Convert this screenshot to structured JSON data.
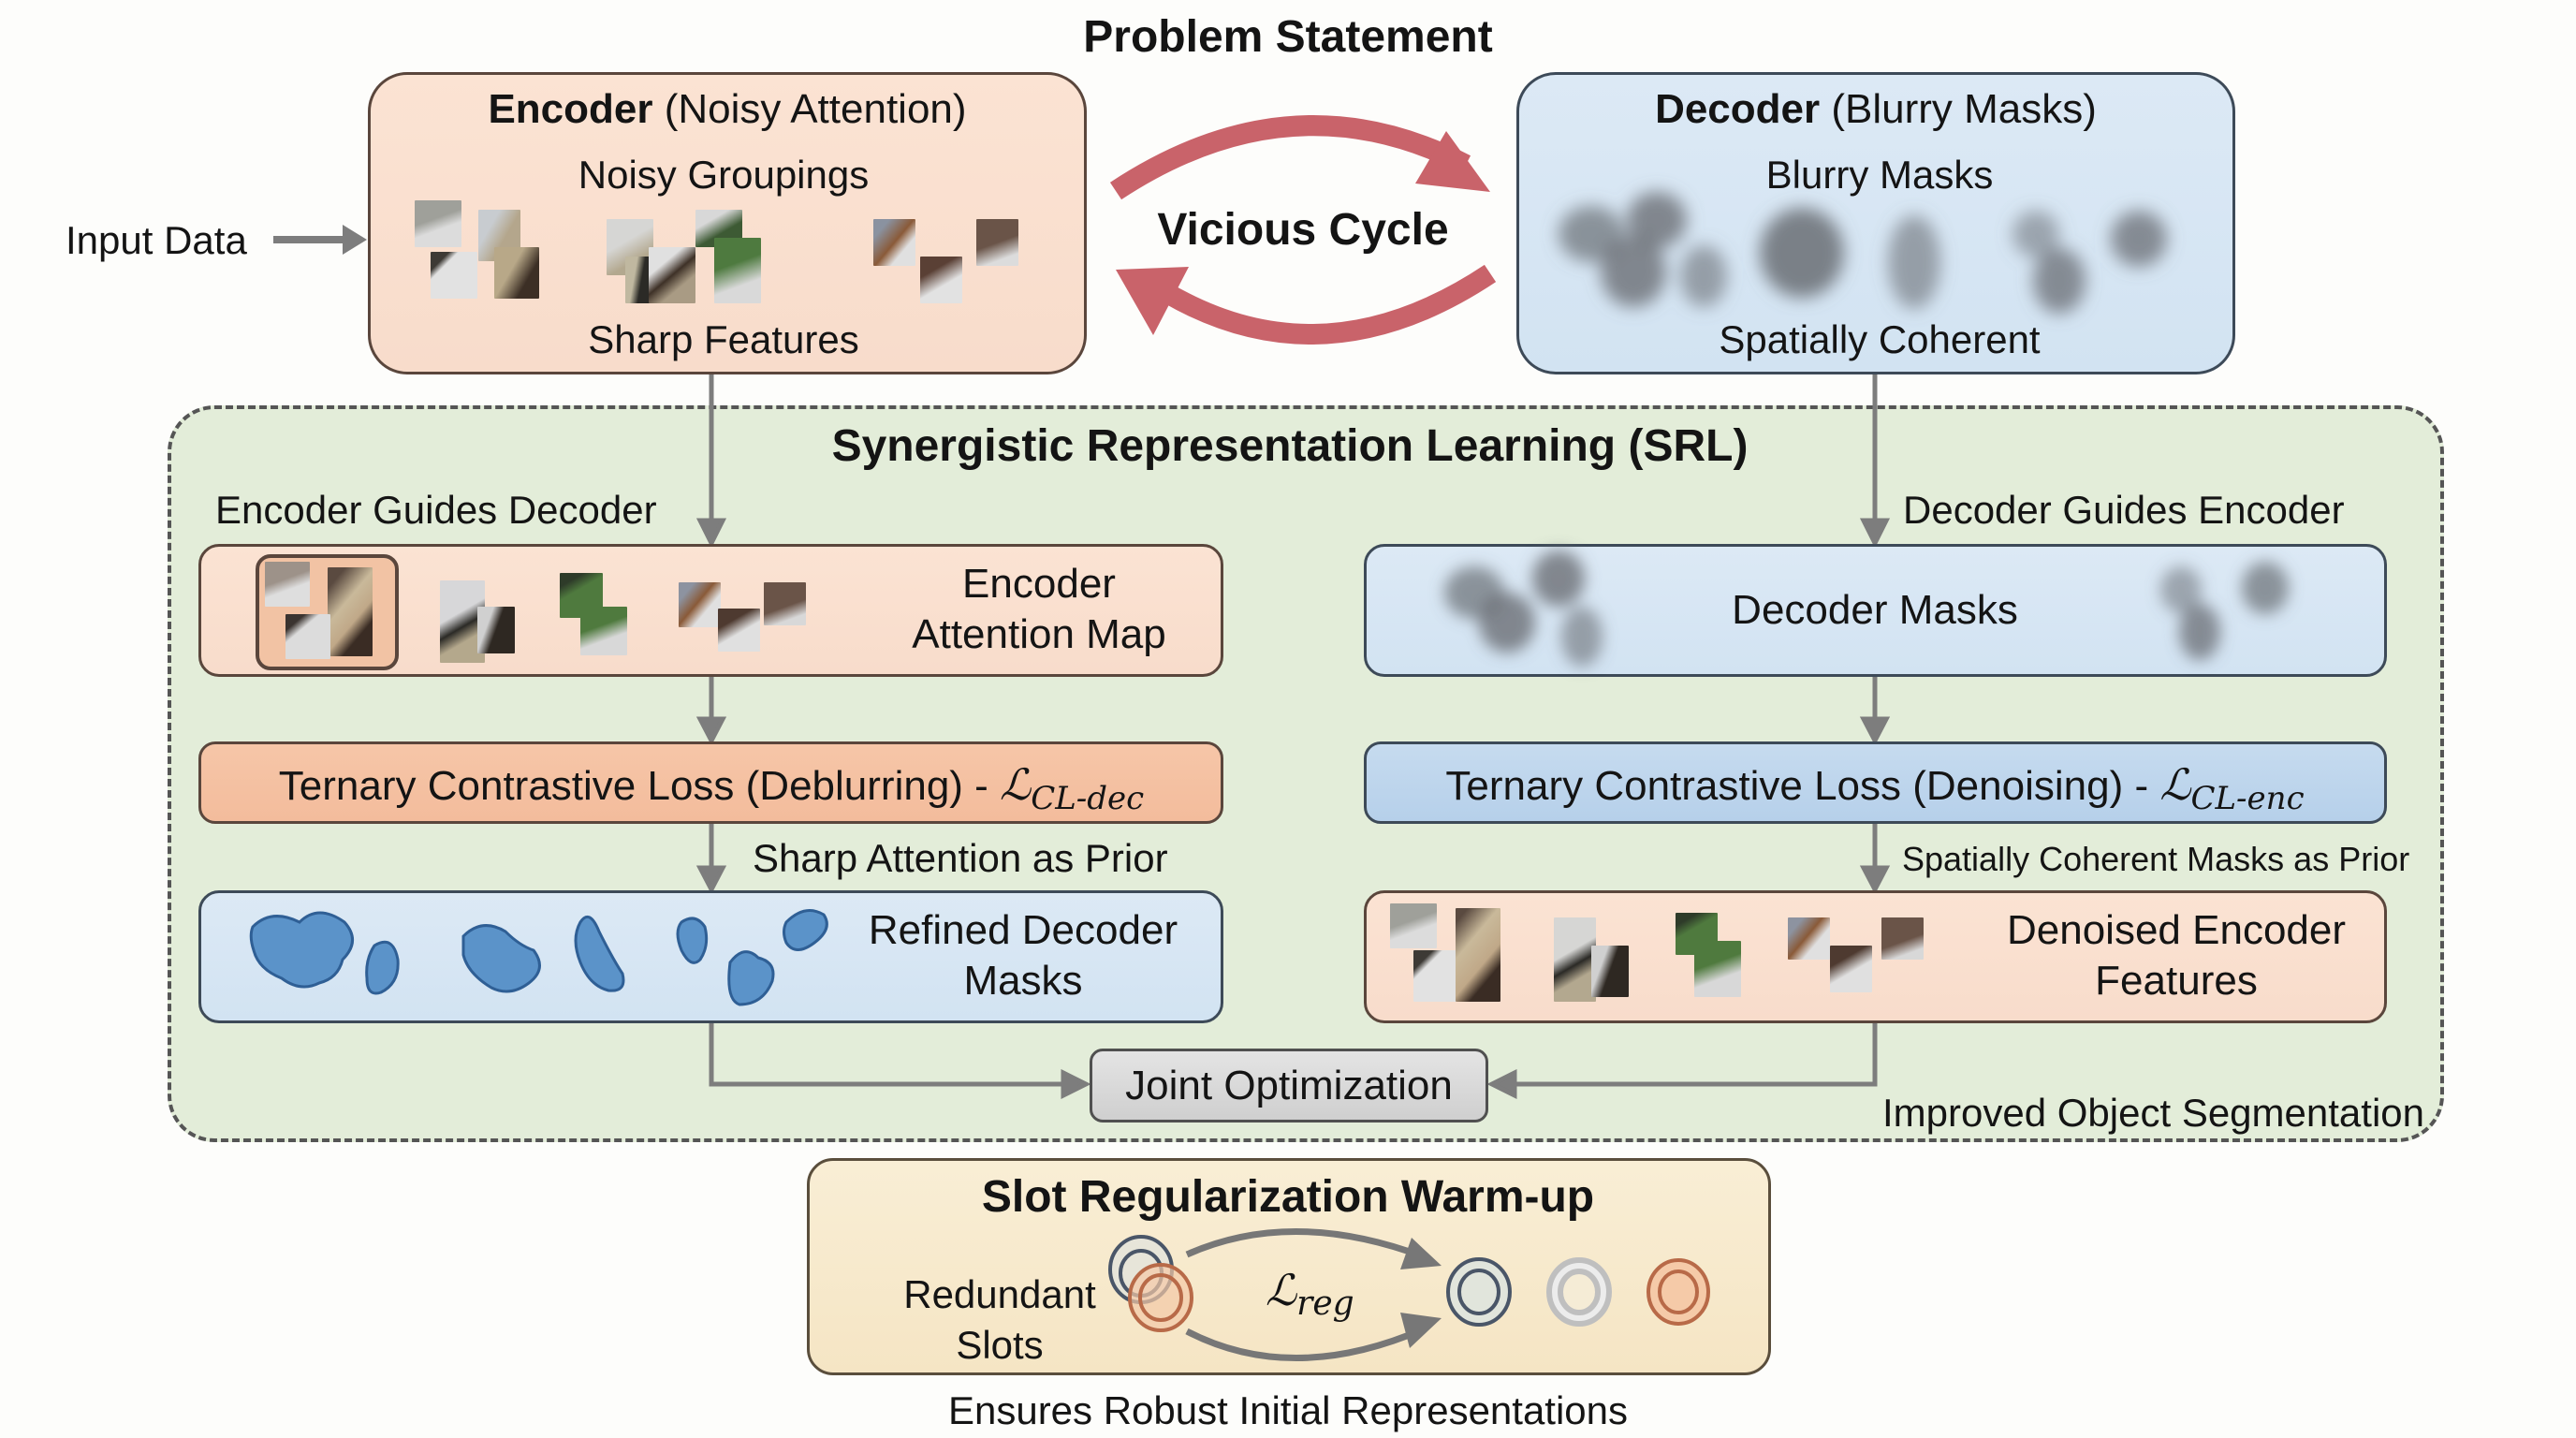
{
  "problem": {
    "title": "Problem Statement",
    "input_label": "Input Data",
    "cycle_label": "Vicious Cycle",
    "encoder": {
      "title_bold": "Encoder",
      "title_rest": "(Noisy Attention)",
      "subtitle": "Noisy Groupings",
      "caption": "Sharp Features"
    },
    "decoder": {
      "title_bold": "Decoder",
      "title_rest": "(Blurry Masks)",
      "subtitle": "Blurry Masks",
      "caption": "Spatially Coherent"
    }
  },
  "srl": {
    "title": "Synergistic Representation Learning (SRL)",
    "left": {
      "guide_label": "Encoder Guides Decoder",
      "attention_box_line1": "Encoder",
      "attention_box_line2": "Attention Map",
      "loss_text": "Ternary Contrastive Loss (Deblurring) - ",
      "loss_symbol": "ℒ",
      "loss_subscript": "CL-dec",
      "prior_label": "Sharp Attention as Prior",
      "result_line1": "Refined Decoder",
      "result_line2": "Masks"
    },
    "right": {
      "guide_label": "Decoder Guides Encoder",
      "masks_box_label": "Decoder Masks",
      "loss_text": "Ternary Contrastive Loss (Denoising) - ",
      "loss_symbol": "ℒ",
      "loss_subscript": "CL-enc",
      "prior_label": "Spatially Coherent Masks as Prior",
      "result_line1": "Denoised Encoder",
      "result_line2": "Features"
    },
    "joint_label": "Joint Optimization",
    "outcome_label": "Improved Object Segmentation"
  },
  "warmup": {
    "title": "Slot Regularization Warm-up",
    "redundant_line1": "Redundant",
    "redundant_line2": "Slots",
    "loss_symbol": "ℒ",
    "loss_subscript": "reg",
    "footer": "Ensures Robust Initial Representations"
  },
  "colors": {
    "encoder_peach": "#fbe3d3",
    "decoder_blue": "#dce9f5",
    "srl_green": "#e3edd9",
    "cycle_arrow": "#c9636a",
    "warmup_yellow": "#f8ebcf",
    "joint_gray": "#d9d9d9"
  }
}
